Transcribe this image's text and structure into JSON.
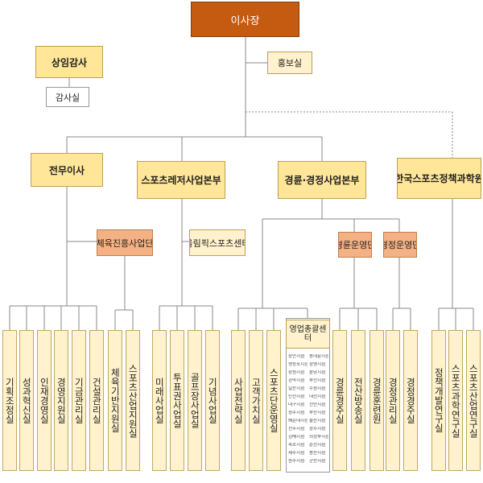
{
  "chairman": "이사장",
  "auditor": "상임감사",
  "audit_office": "감사실",
  "pr_office": "홍보실",
  "divisions": [
    {
      "label": "전무이사"
    },
    {
      "label": "스포츠레저사업본부"
    },
    {
      "label": "경륜·경정사업본부"
    },
    {
      "label": "한국스포츠정책과학원"
    }
  ],
  "sub_units": [
    {
      "label": "체육진흥사업단"
    },
    {
      "label": "올림픽스포츠센터"
    },
    {
      "label": "경륜운영단"
    },
    {
      "label": "경정운영단"
    }
  ],
  "leaves_group1": [
    "기획조정실",
    "성과혁신실",
    "인재경영실",
    "경영지원실",
    "기금관리실",
    "건설관리실"
  ],
  "leaves_group2": [
    "체육기반지원실",
    "스포츠산업지원실"
  ],
  "leaves_group3": [
    "미래사업실",
    "투표권사업실",
    "골프장사업실",
    "기념사업실"
  ],
  "leaves_group4": [
    "사업전략실",
    "고객가치실",
    "스포츠단운영실"
  ],
  "center": {
    "title": "영업총괄센터",
    "branches": [
      "장안지점",
      "동대문지점",
      "영등포지점",
      "광명지점",
      "창원지점",
      "분당지점",
      "관악지점",
      "부천지점",
      "일산지점",
      "수원지점",
      "인천지점",
      "대전지점",
      "대구지점",
      "천안지점",
      "청주지점",
      "부산지점",
      "해운대지점",
      "울산지점",
      "전주지점",
      "광주지점",
      "김해지점",
      "의정부지점",
      "목포지점",
      "순천지점",
      "제주지점",
      "용산지점",
      "원주지점",
      "군산지점"
    ]
  },
  "leaves_group5": [
    "경륜경주실",
    "전산방송실",
    "경륜훈련원"
  ],
  "leaves_group6": [
    "경정관리실",
    "경정경주실"
  ],
  "leaves_group7": [
    "정책개발연구실",
    "스포츠과학연구실",
    "스포츠산업연구실"
  ]
}
